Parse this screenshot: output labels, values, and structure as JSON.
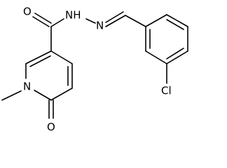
{
  "atoms": {
    "carbonyl_oxygen": "O",
    "hydrazide_nh": "NH",
    "hydrazone_n": "N",
    "ring_nitrogen": "N",
    "ring_oxo_oxygen": "O",
    "chlorine": "Cl"
  }
}
